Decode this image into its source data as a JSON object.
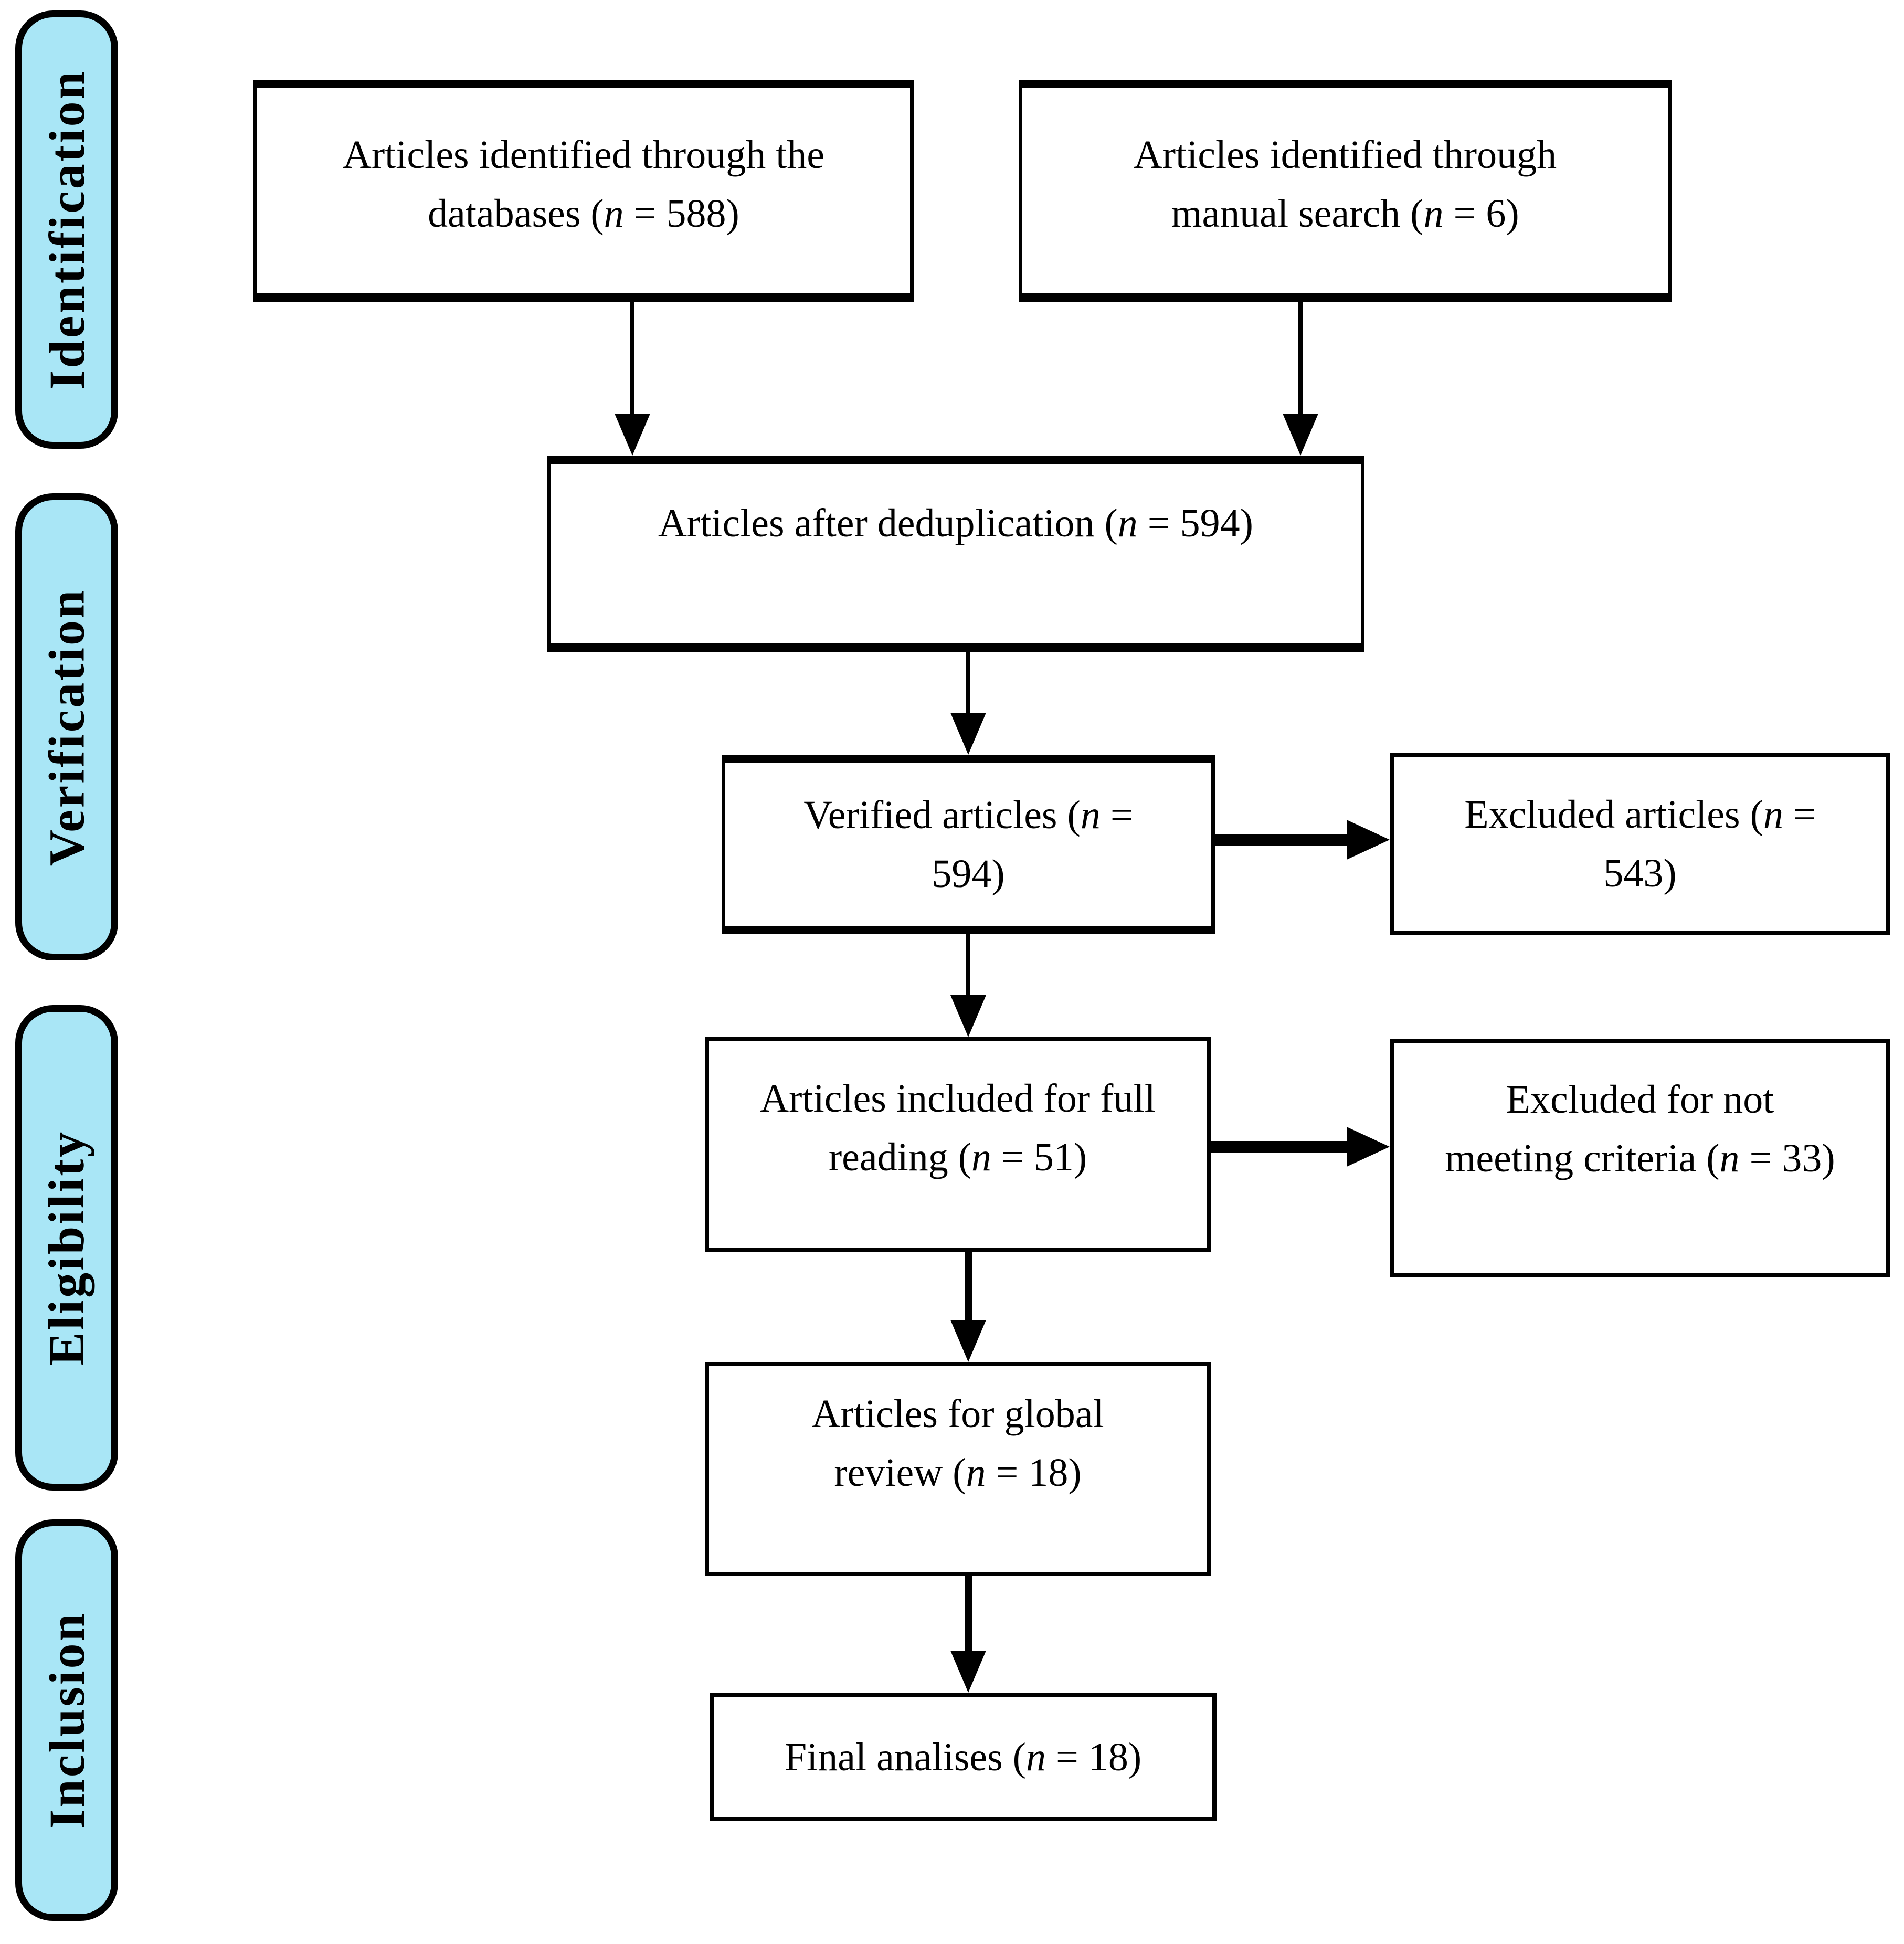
{
  "colors": {
    "stage_fill": "#A9E6F6",
    "line_color": "#000000",
    "background": "#FFFFFF"
  },
  "sidebar": {
    "stages": [
      {
        "label": "Identification"
      },
      {
        "label": "Verification"
      },
      {
        "label": "Eligibility"
      },
      {
        "label": "Inclusion"
      }
    ]
  },
  "boxes": {
    "databases": {
      "lines": [
        "Articles identified through the",
        "databases (n = 588)"
      ],
      "n_value": "588"
    },
    "manual_search": {
      "lines": [
        "Articles identified through",
        "manual search (n = 6)"
      ],
      "n_value": "6"
    },
    "deduplication": {
      "lines": [
        "Articles after deduplication (n = 594)"
      ],
      "n_value": "594"
    },
    "verified": {
      "lines": [
        "Verified articles (n =",
        "594)"
      ],
      "n_value": "594"
    },
    "excluded_articles": {
      "lines": [
        "Excluded articles (n =",
        "543)"
      ],
      "n_value": "543"
    },
    "full_reading": {
      "lines": [
        "Articles included for full",
        "reading (n = 51)"
      ],
      "n_value": "51"
    },
    "excluded_criteria": {
      "lines": [
        "Excluded for not",
        "meeting criteria (n = 33)"
      ],
      "n_value": "33"
    },
    "global_review": {
      "lines": [
        "Articles for global",
        "review (n = 18)"
      ],
      "n_value": "18"
    },
    "final_analysis": {
      "lines": [
        "Final analises (n = 18)"
      ],
      "n_value": "18"
    }
  }
}
